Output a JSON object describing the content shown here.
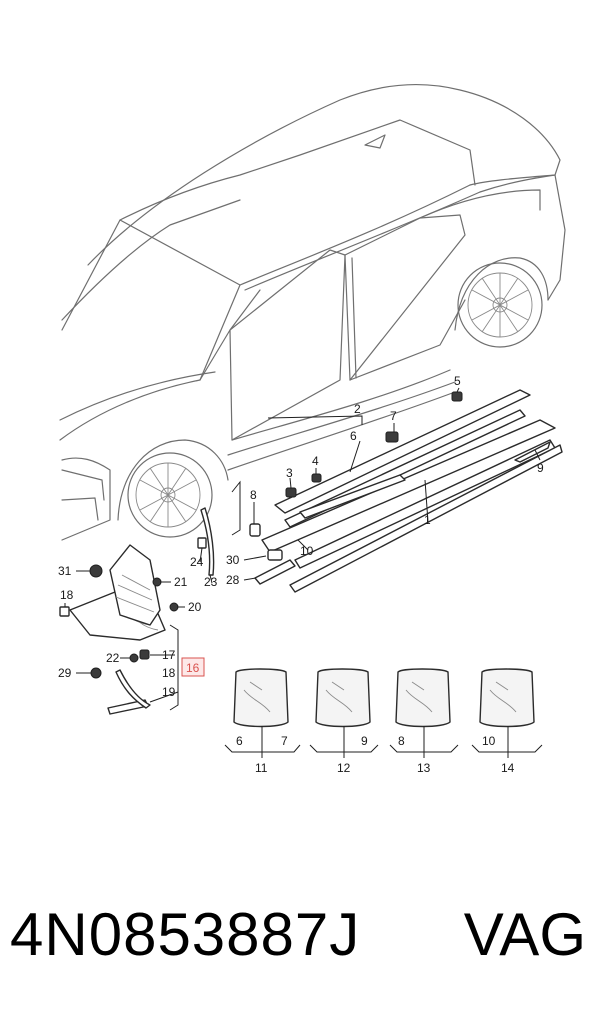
{
  "footer": {
    "part_number": "4N0853887J",
    "brand": "VAG"
  },
  "highlight": {
    "label": "16",
    "color": "#d9534f"
  },
  "callouts": {
    "c1": "1",
    "c2": "2",
    "c3": "3",
    "c4": "4",
    "c5": "5",
    "c6": "6",
    "c7": "7",
    "c8": "8",
    "c9": "9",
    "c10": "10",
    "c17": "17",
    "c18a": "18",
    "c18b": "18",
    "c19": "19",
    "c20": "20",
    "c21": "21",
    "c22": "22",
    "c23": "23",
    "c24": "24",
    "c28": "28",
    "c29": "29",
    "c30": "30",
    "c31": "31"
  },
  "kits": [
    {
      "left": "6",
      "right": "7",
      "total": "11"
    },
    {
      "left": "",
      "right": "9",
      "total": "12"
    },
    {
      "left": "8",
      "right": "",
      "total": "13"
    },
    {
      "left": "10",
      "right": "",
      "total": "14"
    }
  ]
}
